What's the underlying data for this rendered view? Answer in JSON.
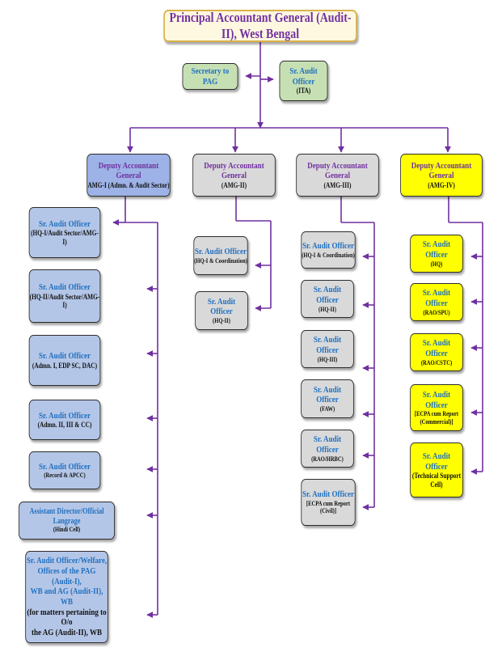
{
  "pag": {
    "title": "Principal Accountant General (Audit-II), West Bengal"
  },
  "secretary": {
    "label": "Secretary to PAG"
  },
  "ita": {
    "title": "Sr. Audit Officer",
    "sub": "(ITA)"
  },
  "groups": [
    {
      "title": "Deputy Accountant General",
      "sub": "AMG-I (Admn. & Audit Sector)"
    },
    {
      "title": "Deputy Accountant General",
      "sub": "(AMG-II)"
    },
    {
      "title": "Deputy Accountant General",
      "sub": "(AMG-III)"
    },
    {
      "title": "Deputy Accountant General",
      "sub": "(AMG-IV)"
    }
  ],
  "amg1": [
    {
      "title": "Sr. Audit Officer",
      "sub": "(HQ-I/Audit Sector/AMG-I)"
    },
    {
      "title": "Sr. Audit Officer",
      "sub": "(HQ-II/Audit Sector/AMG-I)"
    },
    {
      "title": "Sr. Audit Officer",
      "sub": "(Admn. I, EDP SC, DAC)"
    },
    {
      "title": "Sr. Audit Officer",
      "sub": "(Admn. II, III & CC)"
    },
    {
      "title": "Sr. Audit Officer",
      "sub": "(Record & APCC)"
    },
    {
      "title": "Assistant Director/Official Langrage",
      "sub": "(Hindi Cell)"
    }
  ],
  "welfare": {
    "line1": "Sr. Audit Officer/Welfare,",
    "line2": "Offices of the PAG (Audit-I),",
    "line3": "WB and AG (Audit-II), WB",
    "line4": "(for matters pertaining to O/o",
    "line5": "the AG (Audit-II), WB"
  },
  "amg2": [
    {
      "title": "Sr. Audit Officer",
      "sub": "(HQ-I & Coordination)"
    },
    {
      "title": "Sr. Audit Officer",
      "sub": "(HQ-II)"
    }
  ],
  "amg3": [
    {
      "title": "Sr. Audit Officer",
      "sub": "(HQ-I & Coordination)"
    },
    {
      "title": "Sr. Audit Officer",
      "sub": "(HQ-II)"
    },
    {
      "title": "Sr. Audit Officer",
      "sub": "(HQ-III)"
    },
    {
      "title": "Sr. Audit Officer",
      "sub": "(FAW)"
    },
    {
      "title": "Sr. Audit Officer",
      "sub": "(RAO/HRBC)"
    },
    {
      "title": "Sr. Audit Officer",
      "sub": "[ECPA cum Report",
      "sub2": "(Civil)]"
    }
  ],
  "amg4": [
    {
      "title": "Sr. Audit Officer",
      "sub": "(HQ)"
    },
    {
      "title": "Sr. Audit Officer",
      "sub": "(RAO/SPU)"
    },
    {
      "title": "Sr. Audit Officer",
      "sub": "(RAO/CSTC)"
    },
    {
      "title": "Sr. Audit Officer",
      "sub": "[ECPA cum Report",
      "sub2": "(Commercial)]"
    },
    {
      "title": "Sr. Audit Officer",
      "sub": "(Technical Support",
      "sub2": "Cell)"
    }
  ],
  "colors": {
    "connector": "#7030a0",
    "blue_box": "#b4c6e7",
    "grey_box": "#d9d9d9",
    "yellow_box": "#ffff00",
    "green_box": "#c6e0b4"
  }
}
